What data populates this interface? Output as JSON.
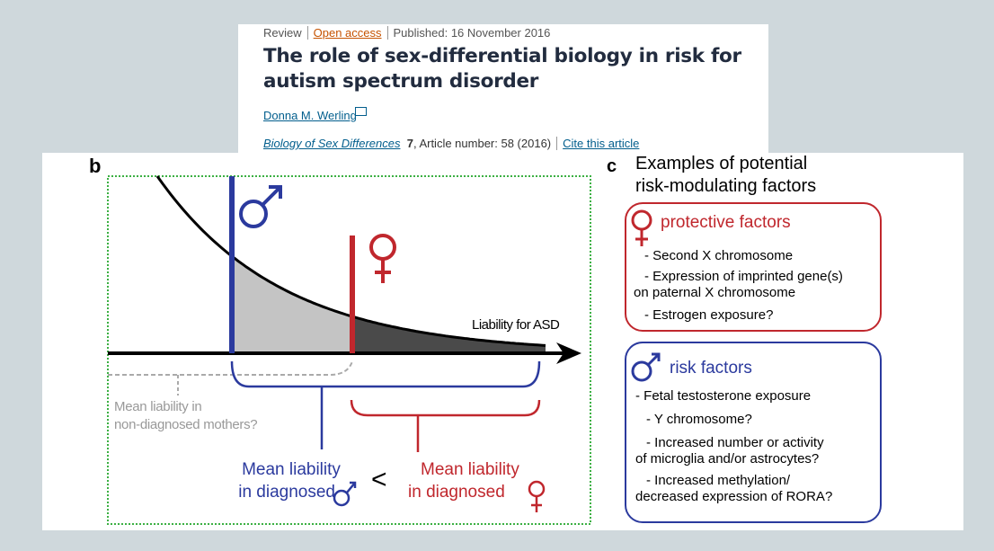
{
  "article": {
    "type": "Review",
    "access": "Open access",
    "published": "Published: 16 November 2016",
    "title": "The role of sex-differential biology in risk for autism spectrum disorder",
    "author": "Donna M. Werling",
    "journal": "Biology of Sex Differences",
    "volume": "7",
    "article_number": ", Article number: 58 (2016)",
    "cite": "Cite this article"
  },
  "figure_b": {
    "panel_label": "b",
    "axis_label": "Liability for ASD",
    "mothers_label_1": "Mean liability in",
    "mothers_label_2": "non-diagnosed mothers?",
    "male_label_1": "Mean liability",
    "male_label_2": "in diagnosed",
    "comparison": "<",
    "female_label_1": "Mean liability",
    "female_label_2": "in diagnosed",
    "colors": {
      "male": "#2b3a9e",
      "female": "#c0272d",
      "frame": "#3cb043"
    }
  },
  "figure_c": {
    "panel_label": "c",
    "heading_1": "Examples of potential",
    "heading_2": "risk-modulating factors",
    "protective_title": "protective factors",
    "protective": [
      "- Second X chromosome",
      "- Expression of imprinted gene(s)",
      "on paternal X chromosome",
      "- Estrogen exposure?"
    ],
    "risk_title": "risk factors",
    "risk": [
      "- Fetal testosterone exposure",
      "- Y chromosome?",
      "- Increased number or activity",
      "of microglia and/or astrocytes?",
      "- Increased methylation/",
      "decreased expression of RORA?"
    ]
  }
}
